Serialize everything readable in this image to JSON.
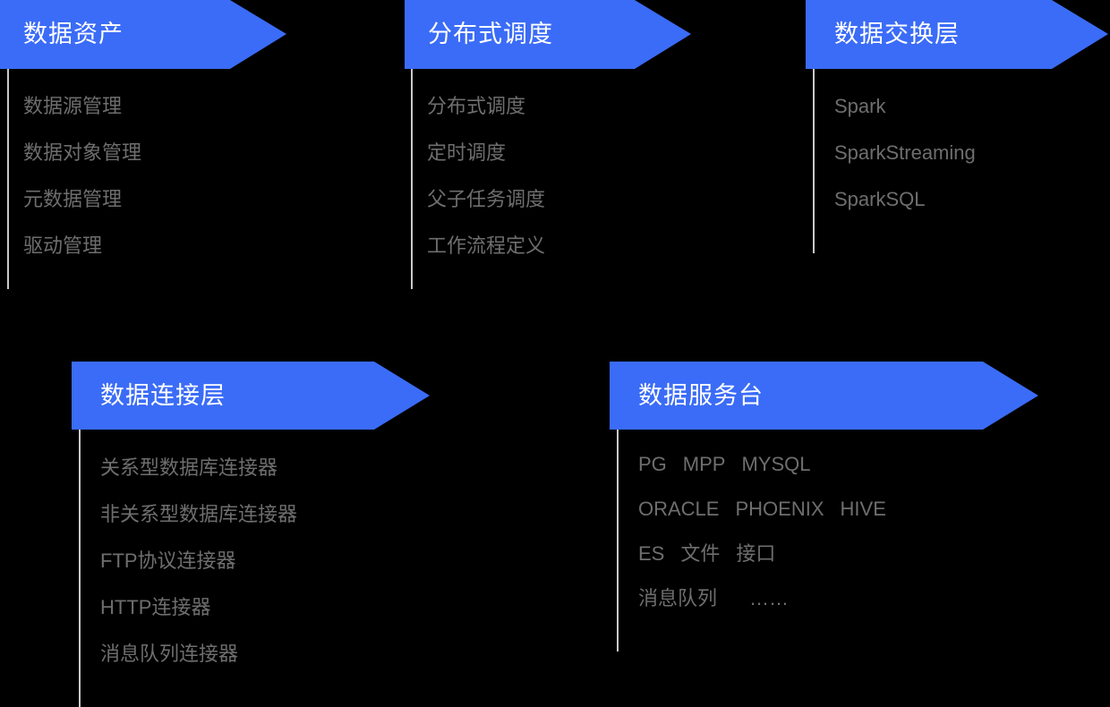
{
  "theme": {
    "background": "#000000",
    "accent_blue": "#3b6cf7",
    "fold_blue": "#0c2f9e",
    "title_color": "#ffffff",
    "item_color": "#6e6e6e",
    "rule_color": "#c9c9c9"
  },
  "panels": [
    {
      "id": "data-assets",
      "title": "数据资产",
      "items": [
        "数据源管理",
        "数据对象管理",
        "元数据管理",
        "驱动管理"
      ]
    },
    {
      "id": "distributed-scheduling",
      "title": "分布式调度",
      "items": [
        "分布式调度",
        "定时调度",
        "父子任务调度",
        "工作流程定义"
      ]
    },
    {
      "id": "data-exchange-layer",
      "title": "数据交换层",
      "items": [
        "Spark",
        "SparkStreaming",
        "SparkSQL"
      ]
    },
    {
      "id": "data-connection-layer",
      "title": "数据连接层",
      "items": [
        "关系型数据库连接器",
        "非关系型数据库连接器",
        "FTP协议连接器",
        "HTTP连接器",
        "消息队列连接器"
      ]
    },
    {
      "id": "data-service-desk",
      "title": "数据服务台",
      "rows": [
        {
          "cells": [
            "PG",
            "MPP",
            "MYSQL"
          ]
        },
        {
          "cells": [
            "ORACLE",
            "PHOENIX",
            "HIVE"
          ]
        },
        {
          "cells": [
            "ES",
            "文件",
            "接口"
          ]
        },
        {
          "cells": [
            "消息队列",
            "……"
          ]
        }
      ]
    }
  ]
}
